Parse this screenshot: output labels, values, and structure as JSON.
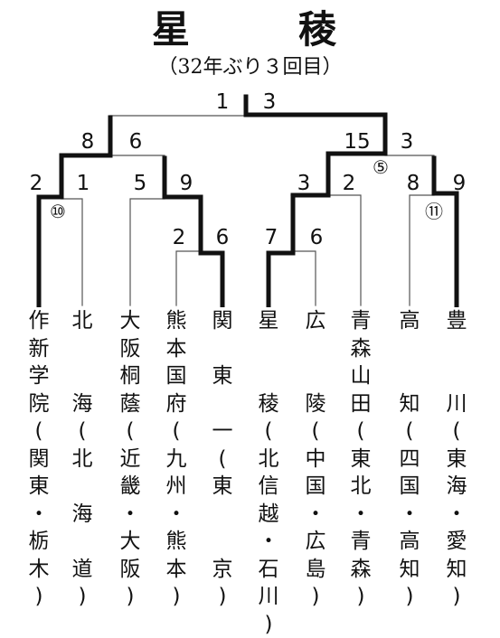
{
  "title": {
    "char1": "星",
    "char2": "稜"
  },
  "subtitle": "（32年ぶり３回目）",
  "teams": [
    {
      "text": "作\n新\n学\n院\n(\n関\n東\n・\n栃\n木\n)"
    },
    {
      "text": "北\n \n \n海\n(\n北\n \n海\n \n道\n)"
    },
    {
      "text": "大\n阪\n桐\n蔭\n(\n近\n畿\n・\n大\n阪\n)"
    },
    {
      "text": "熊\n本\n国\n府\n(\n九\n州\n・\n熊\n本\n)"
    },
    {
      "text": "関\n \n東\n \n一\n(\n東\n \n \n京\n)"
    },
    {
      "text": "星\n \n \n稜\n(\n北\n信\n越\n・\n石\n川\n)"
    },
    {
      "text": "広\n \n \n陵\n(\n中\n国\n・\n広\n島\n)"
    },
    {
      "text": "青\n森\n山\n田\n(\n東\n北\n・\n青\n森\n)"
    },
    {
      "text": "高\n \n \n知\n(\n四\n国\n・\n高\n知\n)"
    },
    {
      "text": "豊\n \n \n川\n(\n東\n海\n・\n愛\n知\n)"
    }
  ],
  "scores": {
    "final_left": "1",
    "final_right": "3",
    "sf1_left": "8",
    "sf1_right": "6",
    "sf2_left": "15",
    "sf2_right": "3",
    "qf1_left": "2",
    "qf1_right": "1",
    "qf2_left": "5",
    "qf2_right": "9",
    "qf3_left": "3",
    "qf3_right": "2",
    "qf4_left": "8",
    "qf4_right": "9",
    "r1a_left": "2",
    "r1a_right": "6",
    "r1b_left": "7",
    "r1b_right": "6"
  },
  "extra_innings": {
    "qf1": "⑩",
    "sf2": "⑤",
    "qf4": "⑪"
  },
  "colors": {
    "ink": "#111111",
    "thin_line": "#555555"
  }
}
